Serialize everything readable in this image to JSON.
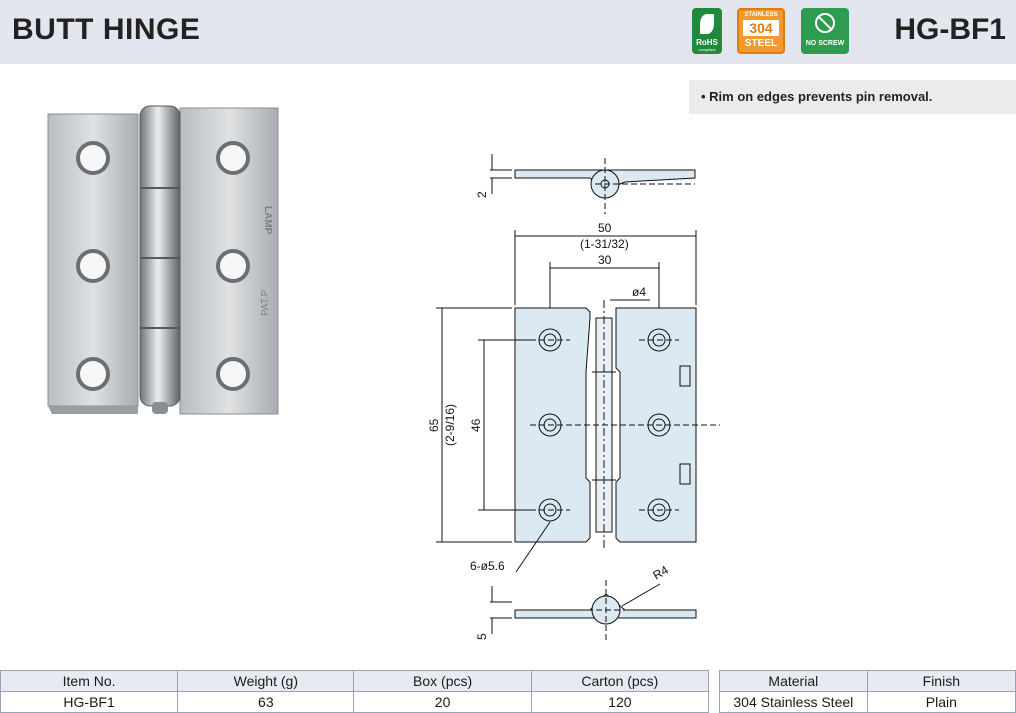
{
  "header": {
    "title": "BUTT HINGE",
    "model": "HG-BF1",
    "badges": {
      "rohs_label": "RoHS",
      "rohs_sub": "compliant",
      "stainless_top": "STAINLESS",
      "stainless_grade": "304",
      "stainless_bottom": "STEEL",
      "no_screw_label": "NO SCREW"
    }
  },
  "features": [
    "• Rim on edges prevents pin removal."
  ],
  "photo": {
    "stamp_brand": "LAMP",
    "stamp_patent": "PAT.P"
  },
  "drawing": {
    "top_thickness": "2",
    "overall_width": "50",
    "overall_width_in": "(1-31/32)",
    "hole_spacing_h": "30",
    "pin_dia": "ø4",
    "overall_height": "65",
    "overall_height_in": "(2-9/16)",
    "hole_spacing_v": "46",
    "holes": "6-ø5.6",
    "radius": "R4",
    "bottom_thickness": "5"
  },
  "spec_table": {
    "headers": [
      "Item No.",
      "Weight (g)",
      "Box (pcs)",
      "Carton (pcs)"
    ],
    "rows": [
      [
        "HG-BF1",
        "63",
        "20",
        "120"
      ]
    ]
  },
  "material_table": {
    "headers": [
      "Material",
      "Finish"
    ],
    "rows": [
      [
        "304 Stainless Steel",
        "Plain"
      ]
    ]
  },
  "colors": {
    "header_bg": "#e3e6ee",
    "rohs_green": "#1f8a3c",
    "stainless_orange": "#f29a2e",
    "drawing_fill": "#dbe9f3"
  }
}
